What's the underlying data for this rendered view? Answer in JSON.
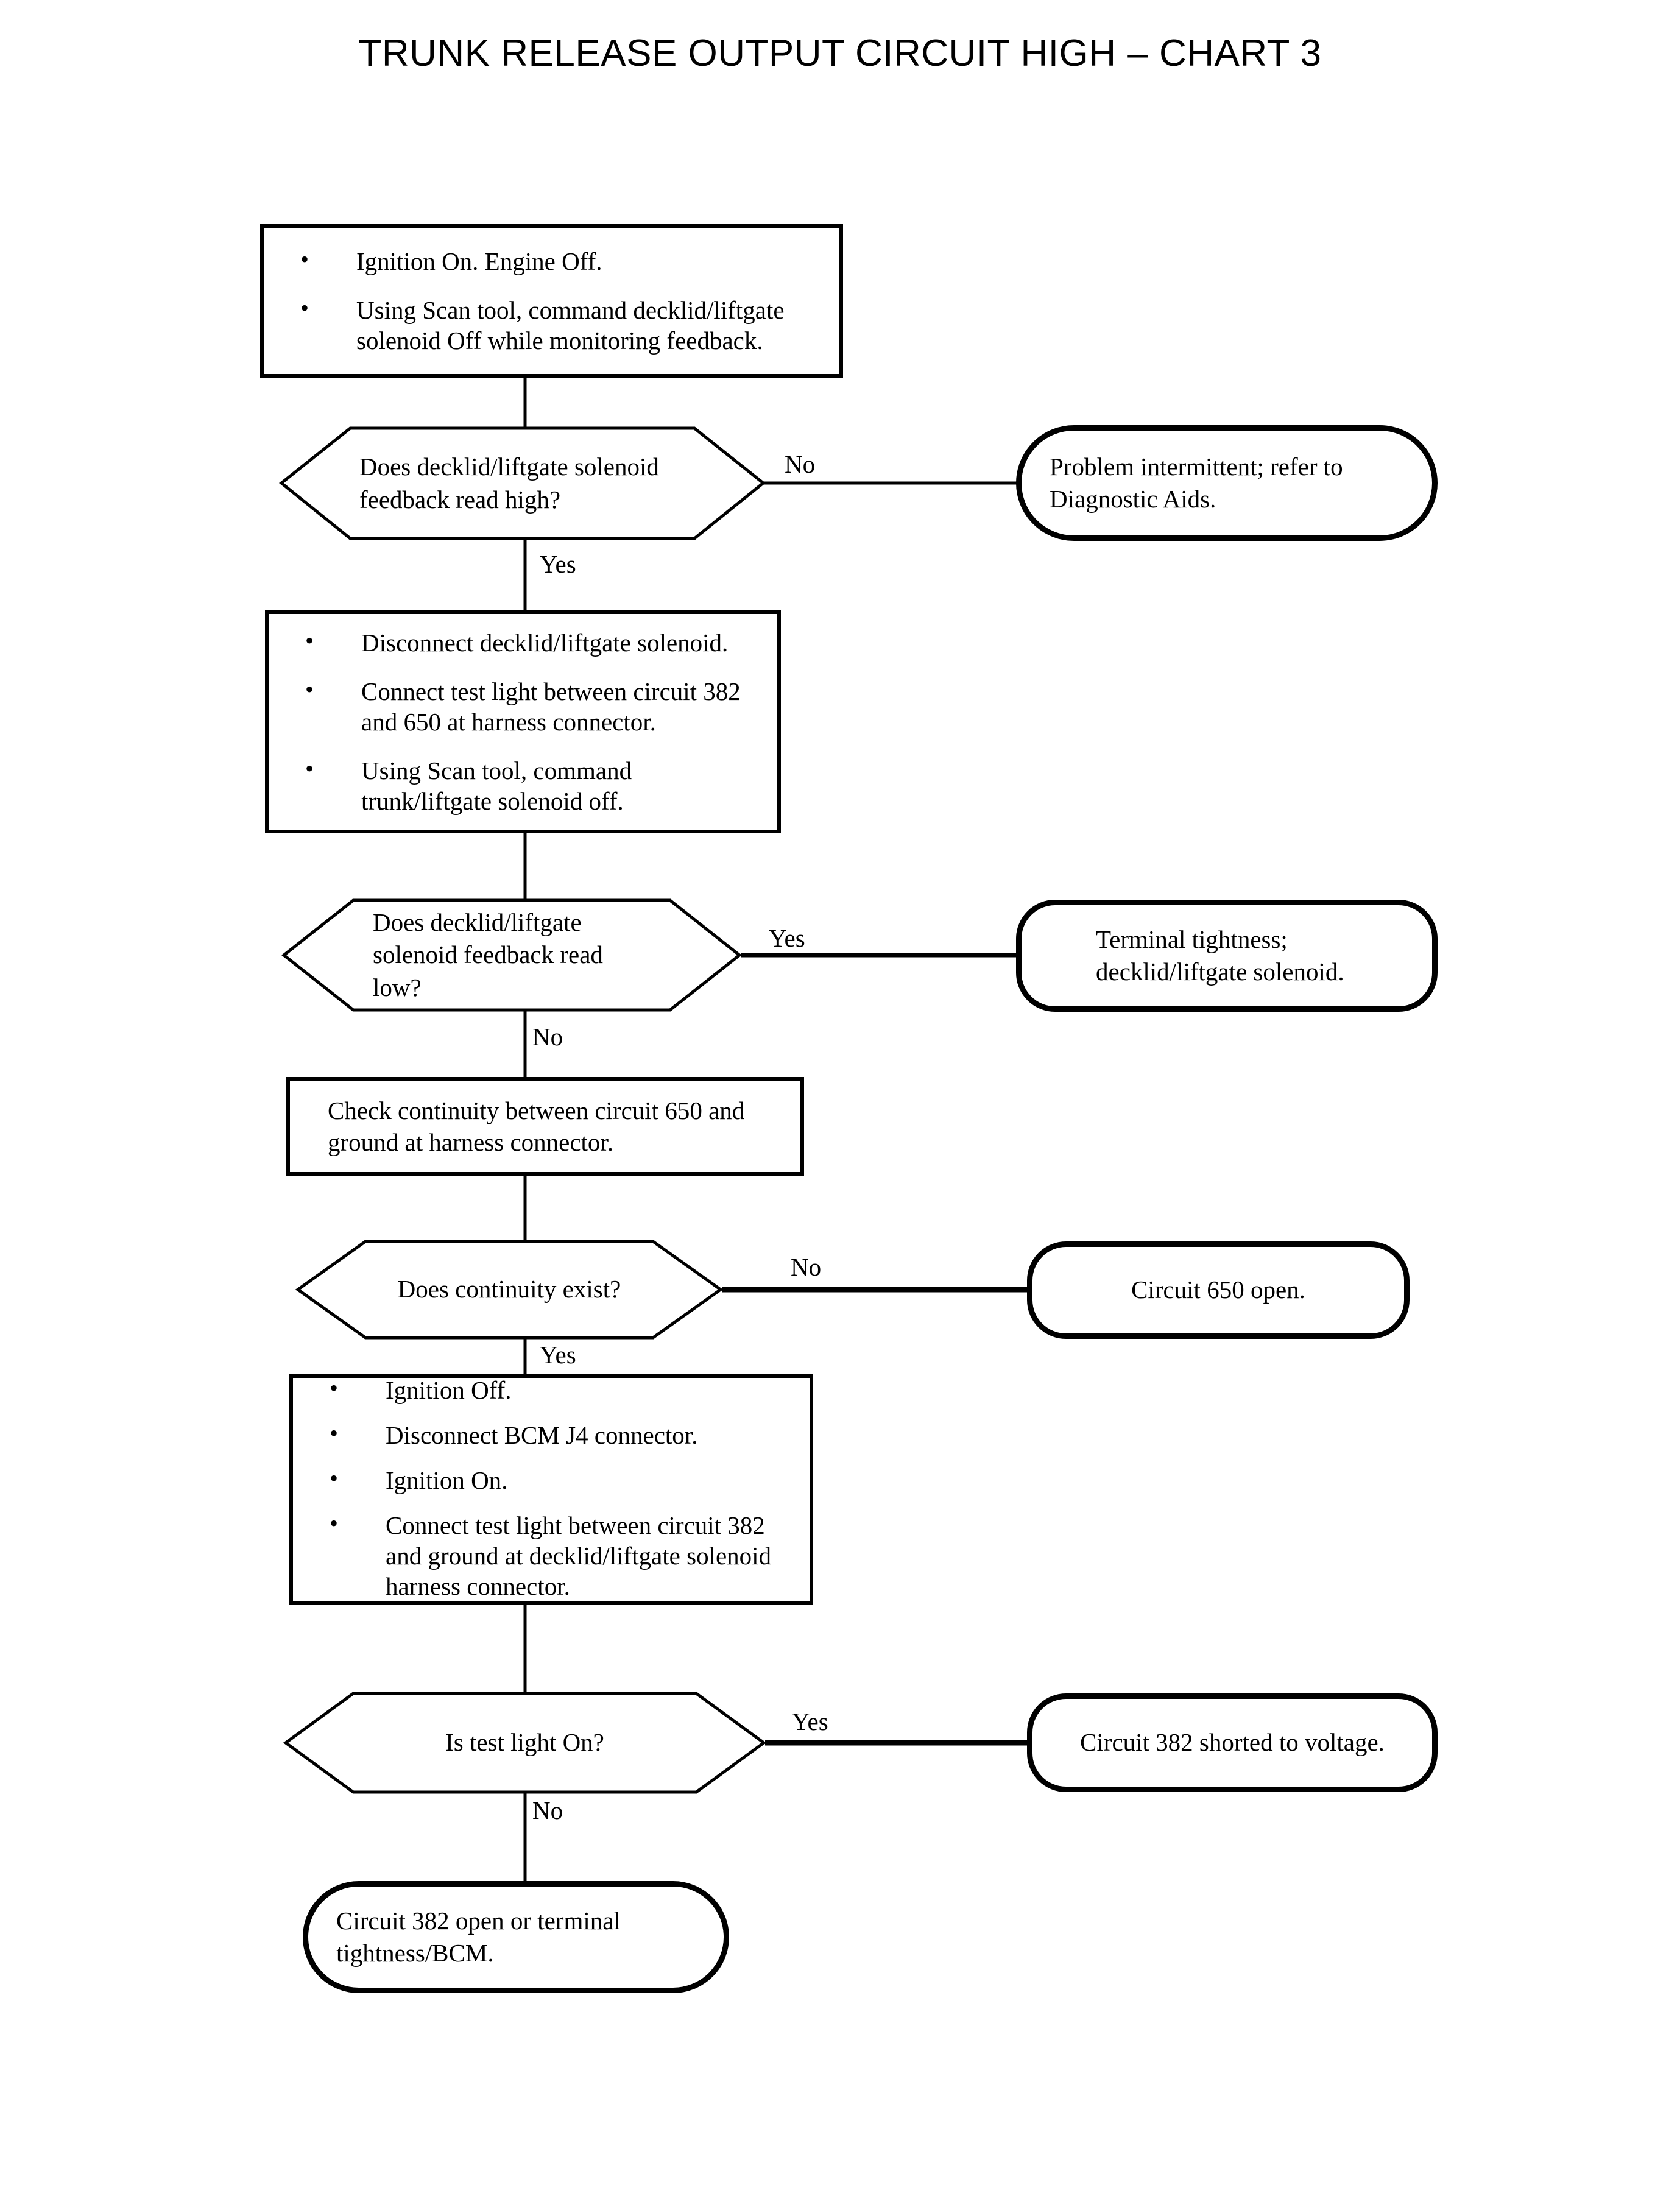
{
  "title": "TRUNK RELEASE OUTPUT CIRCUIT HIGH – CHART 3",
  "colors": {
    "stroke": "#000000",
    "background": "#ffffff",
    "text": "#000000"
  },
  "nodes": {
    "step1": {
      "type": "process",
      "bullets": [
        "Ignition On. Engine Off.",
        "Using Scan tool, command decklid/liftgate solenoid Off while monitoring feedback."
      ]
    },
    "decision1": {
      "type": "decision",
      "text": "Does decklid/liftgate solenoid feedback read high?",
      "yes_label": "Yes",
      "no_label": "No"
    },
    "terminal1": {
      "type": "terminal",
      "text": "Problem intermittent; refer to Diagnostic Aids."
    },
    "step2": {
      "type": "process",
      "bullets": [
        "Disconnect decklid/liftgate solenoid.",
        "Connect test light between circuit 382 and 650 at harness connector.",
        "Using Scan tool, command trunk/liftgate solenoid off."
      ]
    },
    "decision2": {
      "type": "decision",
      "text": "Does decklid/liftgate solenoid feedback read low?",
      "yes_label": "Yes",
      "no_label": "No"
    },
    "terminal2": {
      "type": "terminal",
      "text": "Terminal tightness; decklid/liftgate solenoid."
    },
    "step3": {
      "type": "process",
      "text": "Check continuity between circuit 650 and ground at harness connector."
    },
    "decision3": {
      "type": "decision",
      "text": "Does continuity exist?",
      "yes_label": "Yes",
      "no_label": "No"
    },
    "terminal3": {
      "type": "terminal",
      "text": "Circuit 650 open."
    },
    "step4": {
      "type": "process",
      "bullets": [
        "Ignition Off.",
        "Disconnect BCM J4 connector.",
        "Ignition On.",
        "Connect test light between circuit 382 and ground at decklid/liftgate solenoid harness connector."
      ]
    },
    "decision4": {
      "type": "decision",
      "text": "Is test light On?",
      "yes_label": "Yes",
      "no_label": "No"
    },
    "terminal4": {
      "type": "terminal",
      "text": "Circuit 382 shorted to voltage."
    },
    "terminal5": {
      "type": "terminal",
      "text": "Circuit 382 open or terminal tightness/BCM."
    }
  },
  "chart_data": {
    "type": "diagram",
    "diagram_kind": "flowchart",
    "title": "TRUNK RELEASE OUTPUT CIRCUIT HIGH – CHART 3",
    "orientation": "top-to-bottom",
    "steps": [
      {
        "id": "step1",
        "shape": "rectangle",
        "label": "Ignition On. Engine Off. / Using Scan tool, command decklid/liftgate solenoid Off while monitoring feedback."
      },
      {
        "id": "decision1",
        "shape": "hexagon",
        "label": "Does decklid/liftgate solenoid feedback read high?"
      },
      {
        "id": "terminal1",
        "shape": "stadium",
        "label": "Problem intermittent; refer to Diagnostic Aids."
      },
      {
        "id": "step2",
        "shape": "rectangle",
        "label": "Disconnect decklid/liftgate solenoid. / Connect test light between circuit 382 and 650 at harness connector. / Using Scan tool, command trunk/liftgate solenoid off."
      },
      {
        "id": "decision2",
        "shape": "hexagon",
        "label": "Does decklid/liftgate solenoid feedback read low?"
      },
      {
        "id": "terminal2",
        "shape": "stadium",
        "label": "Terminal tightness; decklid/liftgate solenoid."
      },
      {
        "id": "step3",
        "shape": "rectangle",
        "label": "Check continuity between circuit 650 and ground at harness connector."
      },
      {
        "id": "decision3",
        "shape": "hexagon",
        "label": "Does continuity exist?"
      },
      {
        "id": "terminal3",
        "shape": "stadium",
        "label": "Circuit 650 open."
      },
      {
        "id": "step4",
        "shape": "rectangle",
        "label": "Ignition Off. / Disconnect BCM J4 connector. / Ignition On. / Connect test light between circuit 382 and ground at decklid/liftgate solenoid harness connector."
      },
      {
        "id": "decision4",
        "shape": "hexagon",
        "label": "Is test light On?"
      },
      {
        "id": "terminal4",
        "shape": "stadium",
        "label": "Circuit 382 shorted to voltage."
      },
      {
        "id": "terminal5",
        "shape": "stadium",
        "label": "Circuit 382 open or terminal tightness/BCM."
      }
    ],
    "edges": [
      {
        "from": "step1",
        "to": "decision1",
        "label": ""
      },
      {
        "from": "decision1",
        "to": "terminal1",
        "label": "No"
      },
      {
        "from": "decision1",
        "to": "step2",
        "label": "Yes"
      },
      {
        "from": "step2",
        "to": "decision2",
        "label": ""
      },
      {
        "from": "decision2",
        "to": "terminal2",
        "label": "Yes"
      },
      {
        "from": "decision2",
        "to": "step3",
        "label": "No"
      },
      {
        "from": "step3",
        "to": "decision3",
        "label": ""
      },
      {
        "from": "decision3",
        "to": "terminal3",
        "label": "No"
      },
      {
        "from": "decision3",
        "to": "step4",
        "label": "Yes"
      },
      {
        "from": "step4",
        "to": "decision4",
        "label": ""
      },
      {
        "from": "decision4",
        "to": "terminal4",
        "label": "Yes"
      },
      {
        "from": "decision4",
        "to": "terminal5",
        "label": "No"
      }
    ]
  }
}
